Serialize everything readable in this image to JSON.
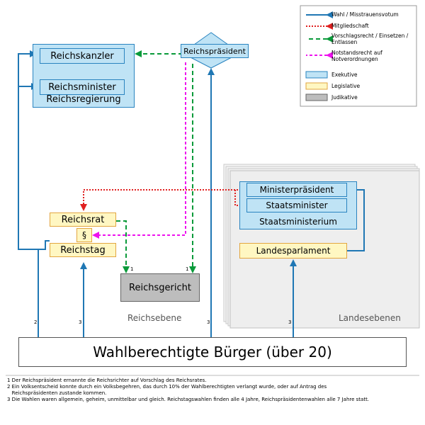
{
  "legend": {
    "items": [
      {
        "label": "Wahl / Misstrauensvotum",
        "color": "#1f77b4",
        "style": "solid"
      },
      {
        "label": "Mitgliedschaft",
        "color": "#e02020",
        "style": "dotted"
      },
      {
        "label": "Vorschlagsrecht / Einsetzen / Entlassen",
        "color": "#0a9a3a",
        "style": "dashed"
      },
      {
        "label": "Notstandsrecht auf Notverordnungen",
        "color": "#ee11ee",
        "style": "dashed"
      }
    ],
    "swatches": [
      {
        "label": "Exekutive",
        "color": "#bfe3f5"
      },
      {
        "label": "Legislative",
        "color": "#fff7c2"
      },
      {
        "label": "Judikative",
        "color": "#bdbdbd"
      }
    ]
  },
  "reich": {
    "regierung": "Reichsregierung",
    "kanzler": "Reichskanzler",
    "minister": "Reichsminister",
    "praesident": "Reichspräsident",
    "rat": "Reichsrat",
    "paragraph": "§",
    "tag": "Reichstag",
    "gericht": "Reichsgericht",
    "ebene": "Reichsebene"
  },
  "land": {
    "ministerpraesident": "Ministerpräsident",
    "staatsminister": "Staatsminister",
    "staatsministerium": "Staatsministerium",
    "parlament": "Landesparlament",
    "ebene": "Landesebenen"
  },
  "buerger": "Wahlberechtigte Bürger (über 20)",
  "marks": {
    "n1a": "1",
    "n1b": "1",
    "n2": "2",
    "n3a": "3",
    "n3b": "3",
    "n3c": "3"
  },
  "footnotes": [
    "1 Der Reichspräsident ernannte die Reichsrichter auf Vorschlag des Reichsrates.",
    "2 Ein Volksentscheid konnte durch ein Volksbegehren, das durch 10% der Wahlberechtigten verlangt wurde, oder auf Antrag des",
    "   Reichspräsidenten zustande kommen.",
    "3 Die Wahlen waren allgemein, geheim, unmittelbar und gleich. Reichstagswahlen finden alle 4 Jahre, Reichspräsidentenwahlen alle 7 Jahre statt."
  ]
}
